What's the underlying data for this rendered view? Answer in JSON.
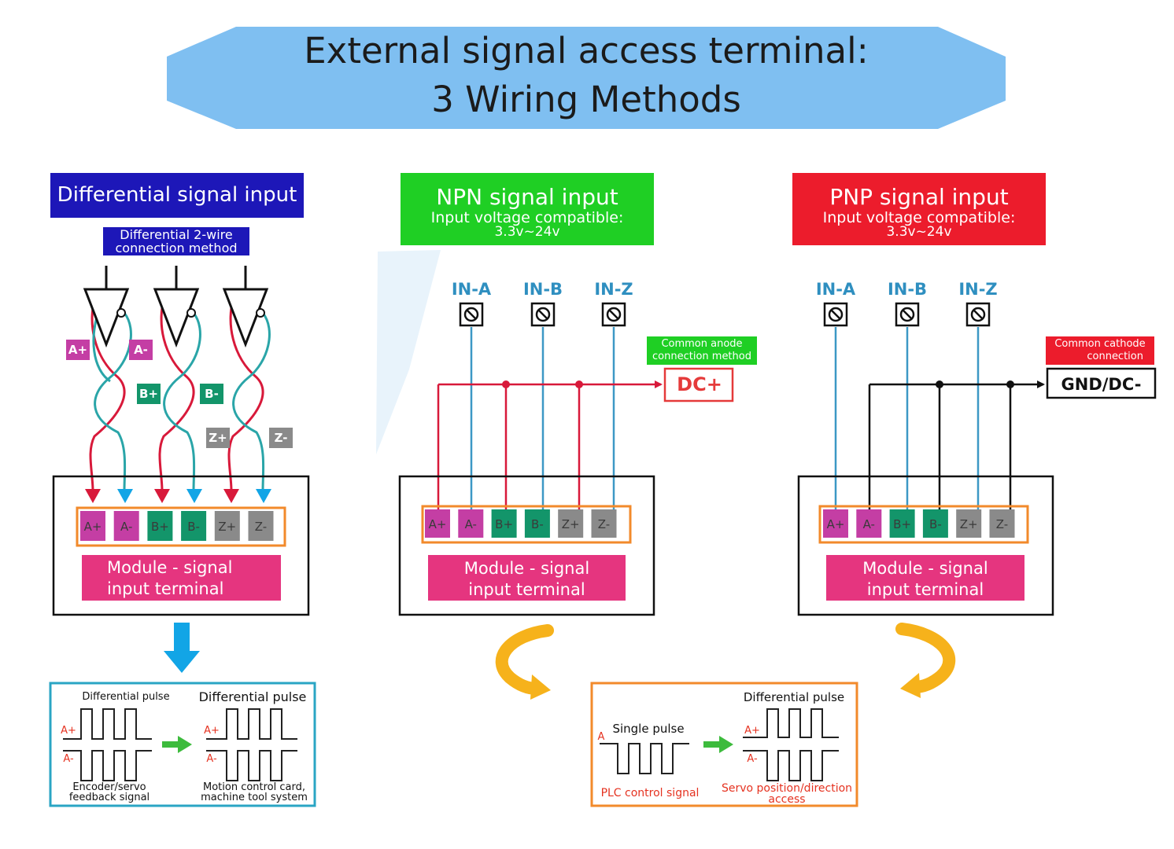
{
  "title": {
    "line1": "External signal access terminal:",
    "line2": "3 Wiring Methods"
  },
  "differential": {
    "header": "Differential signal input",
    "method_line1": "Differential 2-wire",
    "method_line2": "connection method",
    "pair_labels": [
      "A+",
      "A-",
      "B+",
      "B-",
      "Z+",
      "Z-"
    ],
    "terminals": [
      "A+",
      "A-",
      "B+",
      "B-",
      "Z+",
      "Z-"
    ],
    "module_line1": "Module - signal",
    "module_line2": "input terminal",
    "pulse_left_title": "Differential pulse",
    "pulse_right_title": "Differential pulse",
    "pulse_left_caption_line1": "Encoder/servo",
    "pulse_left_caption_line2": "feedback signal",
    "pulse_right_caption_line1": "Motion control card,",
    "pulse_right_caption_line2": "machine tool system",
    "wave_labels": [
      "A+",
      "A-"
    ]
  },
  "npn": {
    "header": "NPN signal input",
    "sub_line1": "Input voltage compatible:",
    "sub_line2": "3.3v~24v",
    "inputs": [
      "IN-A",
      "IN-B",
      "IN-Z"
    ],
    "tag_line1": "Common anode",
    "tag_line2": "connection method",
    "rail": "DC+",
    "terminals": [
      "A+",
      "A-",
      "B+",
      "B-",
      "Z+",
      "Z-"
    ],
    "module_line1": "Module - signal",
    "module_line2": "input terminal"
  },
  "pnp": {
    "header": "PNP signal input",
    "sub_line1": "Input voltage compatible:",
    "sub_line2": "3.3v~24v",
    "inputs": [
      "IN-A",
      "IN-B",
      "IN-Z"
    ],
    "tag_line1": "Common cathode",
    "tag_line2": "connection",
    "rail": "GND/DC-",
    "terminals": [
      "A+",
      "A-",
      "B+",
      "B-",
      "Z+",
      "Z-"
    ],
    "module_line1": "Module - signal",
    "module_line2": "input terminal"
  },
  "single": {
    "left_title": "Single pulse",
    "right_title": "Differential pulse",
    "left_wave_label": "A",
    "right_wave_labels": [
      "A+",
      "A-"
    ],
    "left_caption": "PLC control signal",
    "right_caption_line1": "Servo position/direction",
    "right_caption_line2": "access"
  },
  "colors": {
    "banner": "#7fbff1",
    "diff_header": "#1d17b8",
    "npn_header": "#1fcf24",
    "pnp_header": "#ec1c2c",
    "module": "#e5357f",
    "terminal_border": "#f28a2b",
    "A": "#c43ea4",
    "B": "#13956a",
    "Z": "#8a8a8a",
    "wire_red": "#d8193a",
    "wire_teal": "#2aa5a8",
    "wire_blue": "#3c98c5",
    "arrow_yellow": "#f6b21b",
    "arrow_blue": "#12a5e6"
  }
}
